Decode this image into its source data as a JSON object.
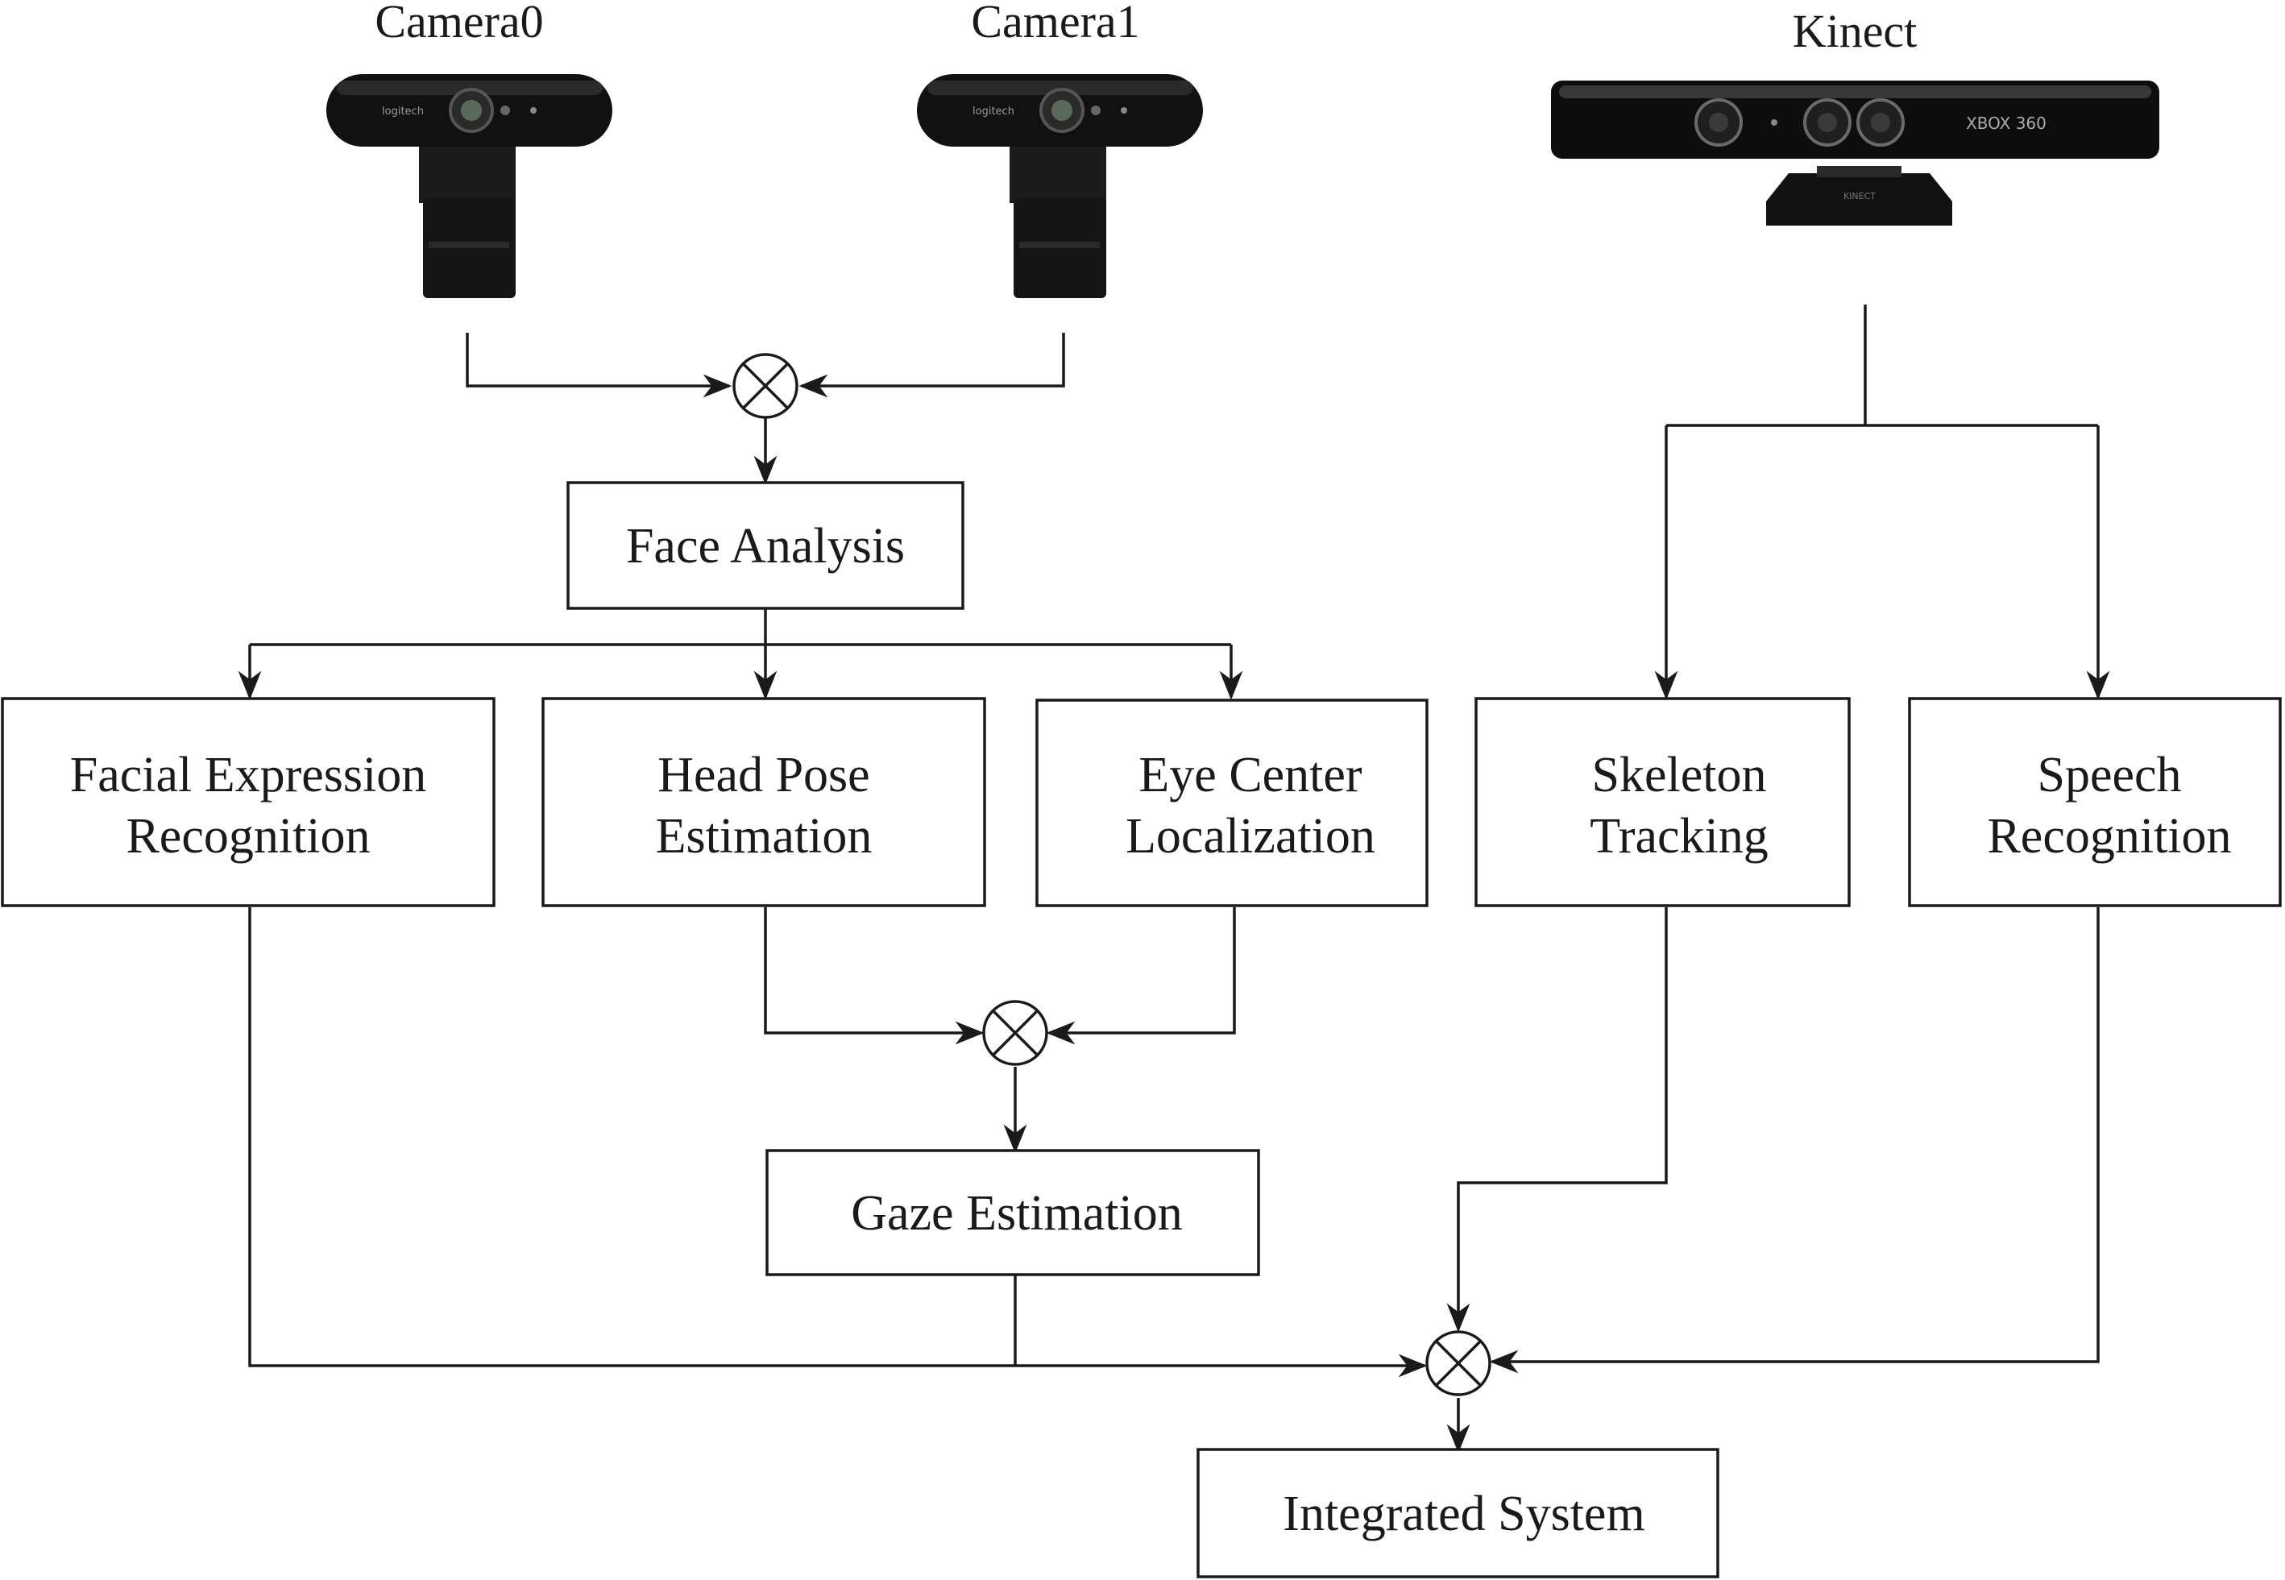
{
  "devices": {
    "camera0": "Camera0",
    "camera1": "Camera1",
    "kinect": "Kinect",
    "cam_brand": "logitech",
    "kinect_brand": "XBOX 360",
    "kinect_base": "KINECT"
  },
  "boxes": {
    "face_analysis": [
      "Face Analysis"
    ],
    "facial_expression": [
      "Facial Expression",
      "Recognition"
    ],
    "head_pose": [
      "Head Pose",
      "Estimation"
    ],
    "eye_center": [
      "Eye Center",
      "Localization"
    ],
    "skeleton": [
      "Skeleton",
      "Tracking"
    ],
    "speech": [
      "Speech",
      "Recognition"
    ],
    "gaze": [
      "Gaze Estimation"
    ],
    "integrated": [
      "Integrated System"
    ]
  },
  "colors": {
    "ink": "#1a1a1a",
    "device_body": "#111111",
    "device_highlight": "#444444"
  }
}
